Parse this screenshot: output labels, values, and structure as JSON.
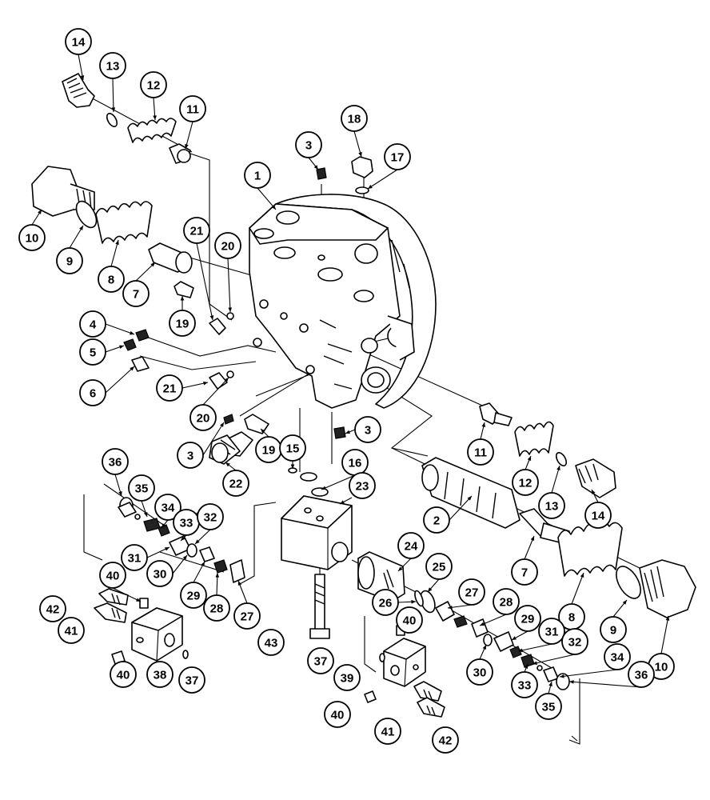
{
  "diagram": {
    "callouts": [
      {
        "id": "c14a",
        "label": "14"
      },
      {
        "id": "c13a",
        "label": "13"
      },
      {
        "id": "c12a",
        "label": "12"
      },
      {
        "id": "c11a",
        "label": "11"
      },
      {
        "id": "c10a",
        "label": "10"
      },
      {
        "id": "c9a",
        "label": "9"
      },
      {
        "id": "c8a",
        "label": "8"
      },
      {
        "id": "c7a",
        "label": "7"
      },
      {
        "id": "c1",
        "label": "1"
      },
      {
        "id": "c3a",
        "label": "3"
      },
      {
        "id": "c18",
        "label": "18"
      },
      {
        "id": "c17",
        "label": "17"
      },
      {
        "id": "c21a",
        "label": "21"
      },
      {
        "id": "c20a",
        "label": "20"
      },
      {
        "id": "c19a",
        "label": "19"
      },
      {
        "id": "c4",
        "label": "4"
      },
      {
        "id": "c5",
        "label": "5"
      },
      {
        "id": "c6",
        "label": "6"
      },
      {
        "id": "c21b",
        "label": "21"
      },
      {
        "id": "c20b",
        "label": "20"
      },
      {
        "id": "c3b",
        "label": "3"
      },
      {
        "id": "c19b",
        "label": "19"
      },
      {
        "id": "c22",
        "label": "22"
      },
      {
        "id": "c3c",
        "label": "3"
      },
      {
        "id": "c15",
        "label": "15"
      },
      {
        "id": "c16",
        "label": "16"
      },
      {
        "id": "c23",
        "label": "23"
      },
      {
        "id": "c11b",
        "label": "11"
      },
      {
        "id": "c12b",
        "label": "12"
      },
      {
        "id": "c13b",
        "label": "13"
      },
      {
        "id": "c14b",
        "label": "14"
      },
      {
        "id": "c2",
        "label": "2"
      },
      {
        "id": "c7b",
        "label": "7"
      },
      {
        "id": "c8b",
        "label": "8"
      },
      {
        "id": "c9b",
        "label": "9"
      },
      {
        "id": "c10b",
        "label": "10"
      },
      {
        "id": "c36a",
        "label": "36"
      },
      {
        "id": "c35a",
        "label": "35"
      },
      {
        "id": "c34a",
        "label": "34"
      },
      {
        "id": "c33a",
        "label": "33"
      },
      {
        "id": "c32a",
        "label": "32"
      },
      {
        "id": "c31a",
        "label": "31"
      },
      {
        "id": "c30a",
        "label": "30"
      },
      {
        "id": "c29a",
        "label": "29"
      },
      {
        "id": "c28a",
        "label": "28"
      },
      {
        "id": "c27a",
        "label": "27"
      },
      {
        "id": "c24",
        "label": "24"
      },
      {
        "id": "c25",
        "label": "25"
      },
      {
        "id": "c26",
        "label": "26"
      },
      {
        "id": "c27b",
        "label": "27"
      },
      {
        "id": "c28b",
        "label": "28"
      },
      {
        "id": "c29b",
        "label": "29"
      },
      {
        "id": "c31b",
        "label": "31"
      },
      {
        "id": "c32b",
        "label": "32"
      },
      {
        "id": "c30b",
        "label": "30"
      },
      {
        "id": "c34b",
        "label": "34"
      },
      {
        "id": "c36b",
        "label": "36"
      },
      {
        "id": "c33b",
        "label": "33"
      },
      {
        "id": "c35b",
        "label": "35"
      },
      {
        "id": "c40a",
        "label": "40"
      },
      {
        "id": "c42a",
        "label": "42"
      },
      {
        "id": "c41a",
        "label": "41"
      },
      {
        "id": "c40b",
        "label": "40"
      },
      {
        "id": "c38",
        "label": "38"
      },
      {
        "id": "c37a",
        "label": "37"
      },
      {
        "id": "c43",
        "label": "43"
      },
      {
        "id": "c40c",
        "label": "40"
      },
      {
        "id": "c37b",
        "label": "37"
      },
      {
        "id": "c39",
        "label": "39"
      },
      {
        "id": "c40d",
        "label": "40"
      },
      {
        "id": "c41b",
        "label": "41"
      },
      {
        "id": "c42b",
        "label": "42"
      }
    ]
  }
}
